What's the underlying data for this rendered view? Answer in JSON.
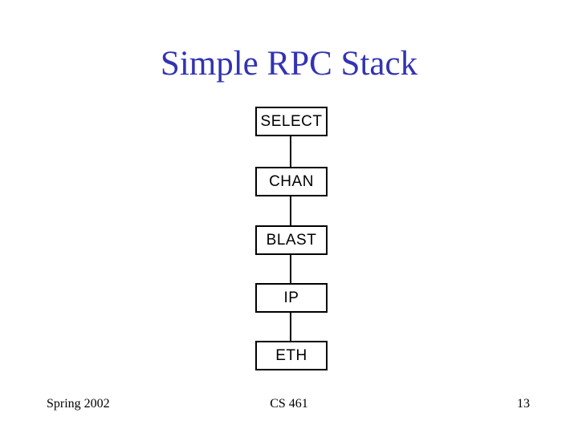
{
  "slide": {
    "title": "Simple RPC Stack",
    "colors": {
      "title_text": "#3333b3",
      "box_border": "#000000",
      "box_text": "#000000",
      "background": "#ffffff"
    },
    "stack": {
      "boxes": [
        {
          "label": "SELECT"
        },
        {
          "label": "CHAN"
        },
        {
          "label": "BLAST"
        },
        {
          "label": "IP"
        },
        {
          "label": "ETH"
        }
      ]
    },
    "footer": {
      "date": "Spring 2002",
      "course": "CS 461",
      "page_number": "13"
    }
  }
}
